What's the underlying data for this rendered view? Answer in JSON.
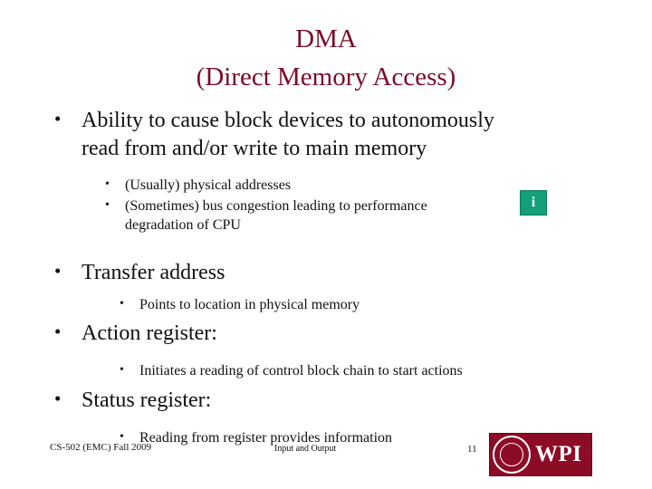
{
  "slide": {
    "title_line1": "DMA",
    "title_line2": "(Direct Memory Access)",
    "title_color": "#7b0a26",
    "bullets": {
      "b1_l1_line1": "Ability to cause block devices to autonomously",
      "b1_l1_line2": "read from and/or write to main memory",
      "b1_l2_a": "(Usually) physical addresses",
      "b1_l2_b_line1": "(Sometimes) bus congestion leading to performance",
      "b1_l2_b_line2": "degradation of CPU",
      "b2_l1": "Transfer address",
      "b2_l2": "Points to location in physical memory",
      "b3_l1": "Action register:",
      "b3_l2": "Initiates a reading of control block chain to start actions",
      "b4_l1": "Status register:",
      "b4_l2": "Reading from register provides information"
    },
    "bullet_glyph_level1": "•",
    "bullet_glyph_level2": "•",
    "info_badge": {
      "label": "i",
      "color": "#13a07a"
    }
  },
  "footer": {
    "course": "CS-502 (EMC) Fall 2009",
    "section": "Input and Output",
    "page_number": "11",
    "logo_text": "WPI",
    "logo_color": "#8c0c26"
  }
}
